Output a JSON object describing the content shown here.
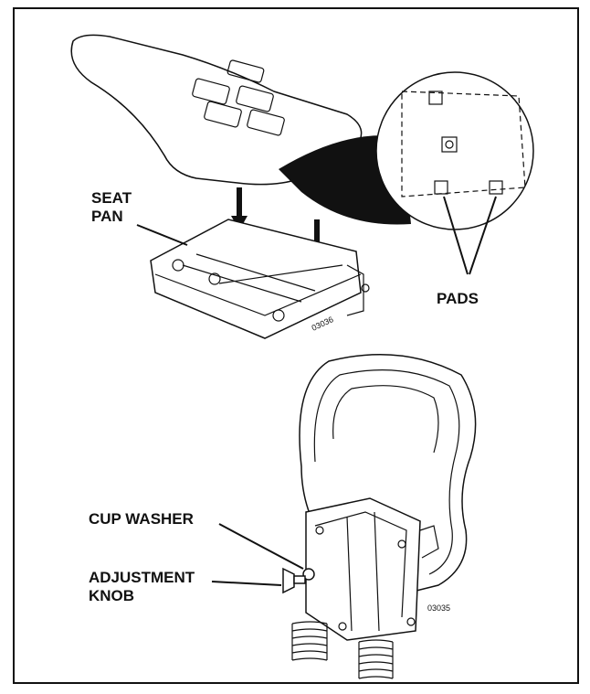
{
  "labels": {
    "seat_pan": [
      "SEAT",
      "PAN"
    ],
    "pads": "PADS",
    "cup_washer": "CUP WASHER",
    "adjustment_knob": [
      "ADJUSTMENT",
      "KNOB"
    ]
  },
  "figure_refs": {
    "top": "03036",
    "bottom": "03035"
  },
  "colors": {
    "ink": "#111111",
    "paper": "#ffffff"
  }
}
